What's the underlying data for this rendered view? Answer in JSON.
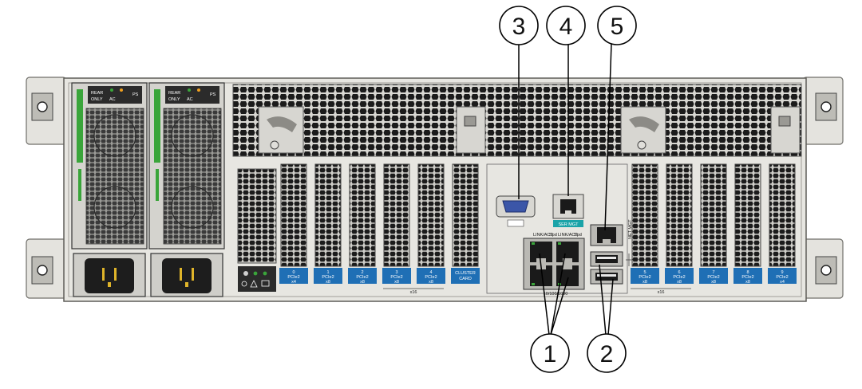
{
  "callouts": [
    {
      "number": "3"
    },
    {
      "number": "4"
    },
    {
      "number": "5"
    },
    {
      "number": "1"
    },
    {
      "number": "2"
    }
  ],
  "power_supplies": [
    {
      "rear_label": "REAR",
      "only_label": "ONLY",
      "ac_label": "AC",
      "ps_label": "PS"
    },
    {
      "rear_label": "REAR",
      "only_label": "ONLY",
      "ac_label": "AC",
      "ps_label": "PS"
    }
  ],
  "pcie_slots_left": [
    {
      "num": "0",
      "type": "PCIe2",
      "width": "x4"
    },
    {
      "num": "1",
      "type": "PCIe2",
      "width": "x8"
    },
    {
      "num": "2",
      "type": "PCIe2",
      "width": "x8"
    },
    {
      "num": "3",
      "type": "PCIe2",
      "width": "x8"
    },
    {
      "num": "4",
      "type": "PCIe2",
      "width": "x8"
    }
  ],
  "cluster_card": {
    "line1": "CLUSTER",
    "line2": "CARD"
  },
  "bridge_label_left": "x16",
  "pcie_slots_right": [
    {
      "num": "5",
      "type": "PCIe2",
      "width": "x8"
    },
    {
      "num": "6",
      "type": "PCIe2",
      "width": "x8"
    },
    {
      "num": "7",
      "type": "PCIe2",
      "width": "x8"
    },
    {
      "num": "8",
      "type": "PCIe2",
      "width": "x8"
    },
    {
      "num": "9",
      "type": "PCIe2",
      "width": "x4"
    }
  ],
  "bridge_label_right": "x16",
  "ser_mgt_label": "SER MGT",
  "link_act_labels": [
    "LINK/ACT",
    "Spd",
    "LINK/ACT",
    "Spd"
  ],
  "speed_label": "10/100/1000",
  "net_mgt_label": "NET MGT",
  "colors": {
    "chassis": "#e7e6e1",
    "panel_dark": "#2b2b2b",
    "slot_blue": "#1f6fb5",
    "ser_mgt_teal": "#1aa3a8",
    "latch_green": "#3aa53a",
    "callout_line": "#000000"
  }
}
